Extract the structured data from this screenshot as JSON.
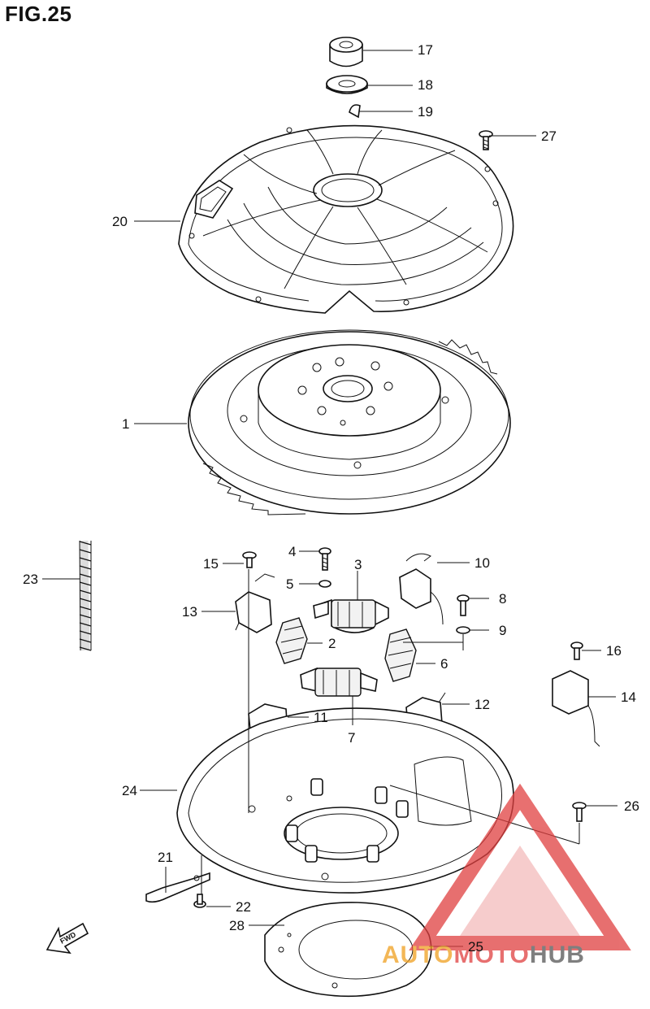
{
  "figure": {
    "title": "FIG.25"
  },
  "fwd_badge": {
    "label": "FWD"
  },
  "watermark": {
    "text_part1": "AUTO",
    "text_part2": "MOTO",
    "text_part3": "HUB",
    "color_accent": "#e04040",
    "color_orange": "#f0a020",
    "color_dark": "#555555"
  },
  "callouts": [
    {
      "id": "17",
      "label": "17"
    },
    {
      "id": "18",
      "label": "18"
    },
    {
      "id": "19",
      "label": "19"
    },
    {
      "id": "27",
      "label": "27"
    },
    {
      "id": "20",
      "label": "20"
    },
    {
      "id": "1",
      "label": "1"
    },
    {
      "id": "23",
      "label": "23"
    },
    {
      "id": "15",
      "label": "15"
    },
    {
      "id": "4",
      "label": "4"
    },
    {
      "id": "3",
      "label": "3"
    },
    {
      "id": "10",
      "label": "10"
    },
    {
      "id": "5",
      "label": "5"
    },
    {
      "id": "8",
      "label": "8"
    },
    {
      "id": "13",
      "label": "13"
    },
    {
      "id": "9",
      "label": "9"
    },
    {
      "id": "2",
      "label": "2"
    },
    {
      "id": "16",
      "label": "16"
    },
    {
      "id": "6",
      "label": "6"
    },
    {
      "id": "14",
      "label": "14"
    },
    {
      "id": "12",
      "label": "12"
    },
    {
      "id": "11",
      "label": "11"
    },
    {
      "id": "7",
      "label": "7"
    },
    {
      "id": "24",
      "label": "24"
    },
    {
      "id": "26",
      "label": "26"
    },
    {
      "id": "21",
      "label": "21"
    },
    {
      "id": "22",
      "label": "22"
    },
    {
      "id": "28",
      "label": "28"
    },
    {
      "id": "25",
      "label": "25"
    }
  ]
}
